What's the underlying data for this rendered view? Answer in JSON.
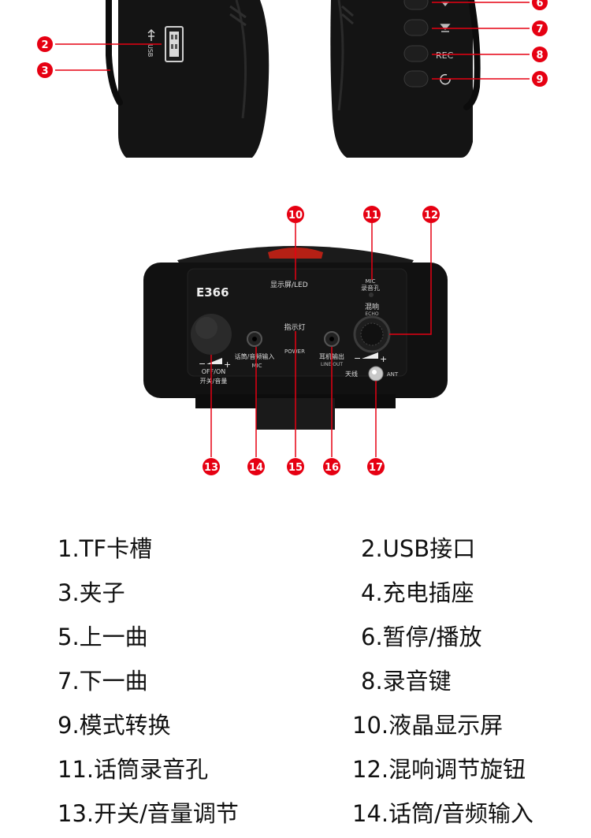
{
  "device": {
    "model": "E366",
    "label_display": "显示屏/LED",
    "label_mic_top": "MIC",
    "label_mic_hole": "录音孔",
    "label_echo_cn": "混响",
    "label_echo_en": "ECHO",
    "label_indicator": "指示灯",
    "label_power": "POWER",
    "label_mic_input": "话筒/音频输入",
    "label_mic": "MIC",
    "label_headphone": "耳机输出",
    "label_lineout": "LINE OUT",
    "label_antenna": "天线",
    "label_ant": "ANT",
    "label_offon": "OFF/ON",
    "label_switch_volume": "开关/音量",
    "label_usb": "USB",
    "label_rec": "REC",
    "minus": "−",
    "plus": "+"
  },
  "callouts": [
    "2",
    "3",
    "6",
    "7",
    "8",
    "9",
    "10",
    "11",
    "12",
    "13",
    "14",
    "15",
    "16",
    "17"
  ],
  "legend": [
    "1.TF卡槽",
    "2.USB接口",
    "3.夹子",
    "4.充电插座",
    "5.上一曲",
    "6.暂停/播放",
    "7.下一曲",
    "8.录音键",
    "9.模式转换",
    "10.液晶显示屏",
    "11.话筒录音孔",
    "12.混响调节旋钮",
    "13.开关/音量调节",
    "14.话筒/音频输入"
  ],
  "colors": {
    "callout_red": "#e60012",
    "device_black": "#111111",
    "text": "#111111"
  }
}
